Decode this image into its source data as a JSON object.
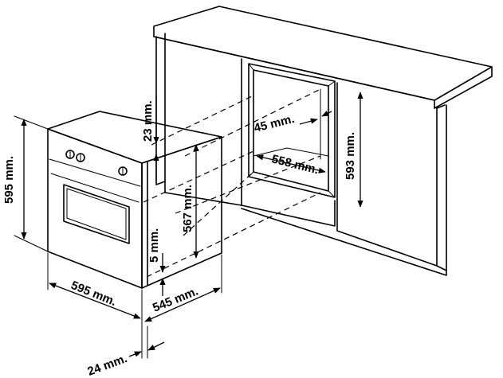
{
  "dimensions": {
    "oven_height": "595 mm.",
    "oven_width": "595 mm.",
    "oven_depth": "545 mm.",
    "front_panel": "24 mm.",
    "top_gap": "23 mm.",
    "inner_height": "567 mm.",
    "bottom_gap": "5 mm.",
    "niche_depth_gap": "45 mm.",
    "niche_width": "558 mm.",
    "niche_height": "593 mm."
  }
}
